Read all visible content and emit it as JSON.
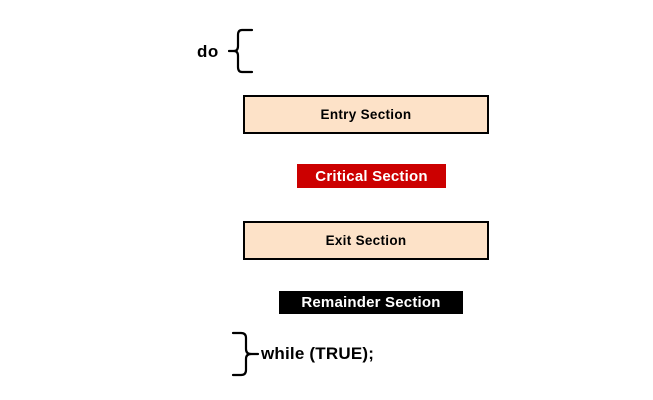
{
  "diagram": {
    "title": "Critical Section do-while structure",
    "loop": {
      "open_keyword": "do",
      "close_statement": "while (TRUE);"
    },
    "sections": [
      {
        "id": "entry",
        "label": "Entry Section",
        "fill": "#fde2c8",
        "text_color": "#000000",
        "border_color": "#000000"
      },
      {
        "id": "critical",
        "label": "Critical Section",
        "fill": "#cc0000",
        "text_color": "#ffffff",
        "border_color": "none"
      },
      {
        "id": "exit",
        "label": "Exit Section",
        "fill": "#fde2c8",
        "text_color": "#000000",
        "border_color": "#000000"
      },
      {
        "id": "remainder",
        "label": "Remainder Section",
        "fill": "#000000",
        "text_color": "#ffffff",
        "border_color": "none"
      }
    ],
    "braces": {
      "top": "open-curly-brace",
      "bottom": "close-curly-brace"
    },
    "background": "#ffffff"
  }
}
